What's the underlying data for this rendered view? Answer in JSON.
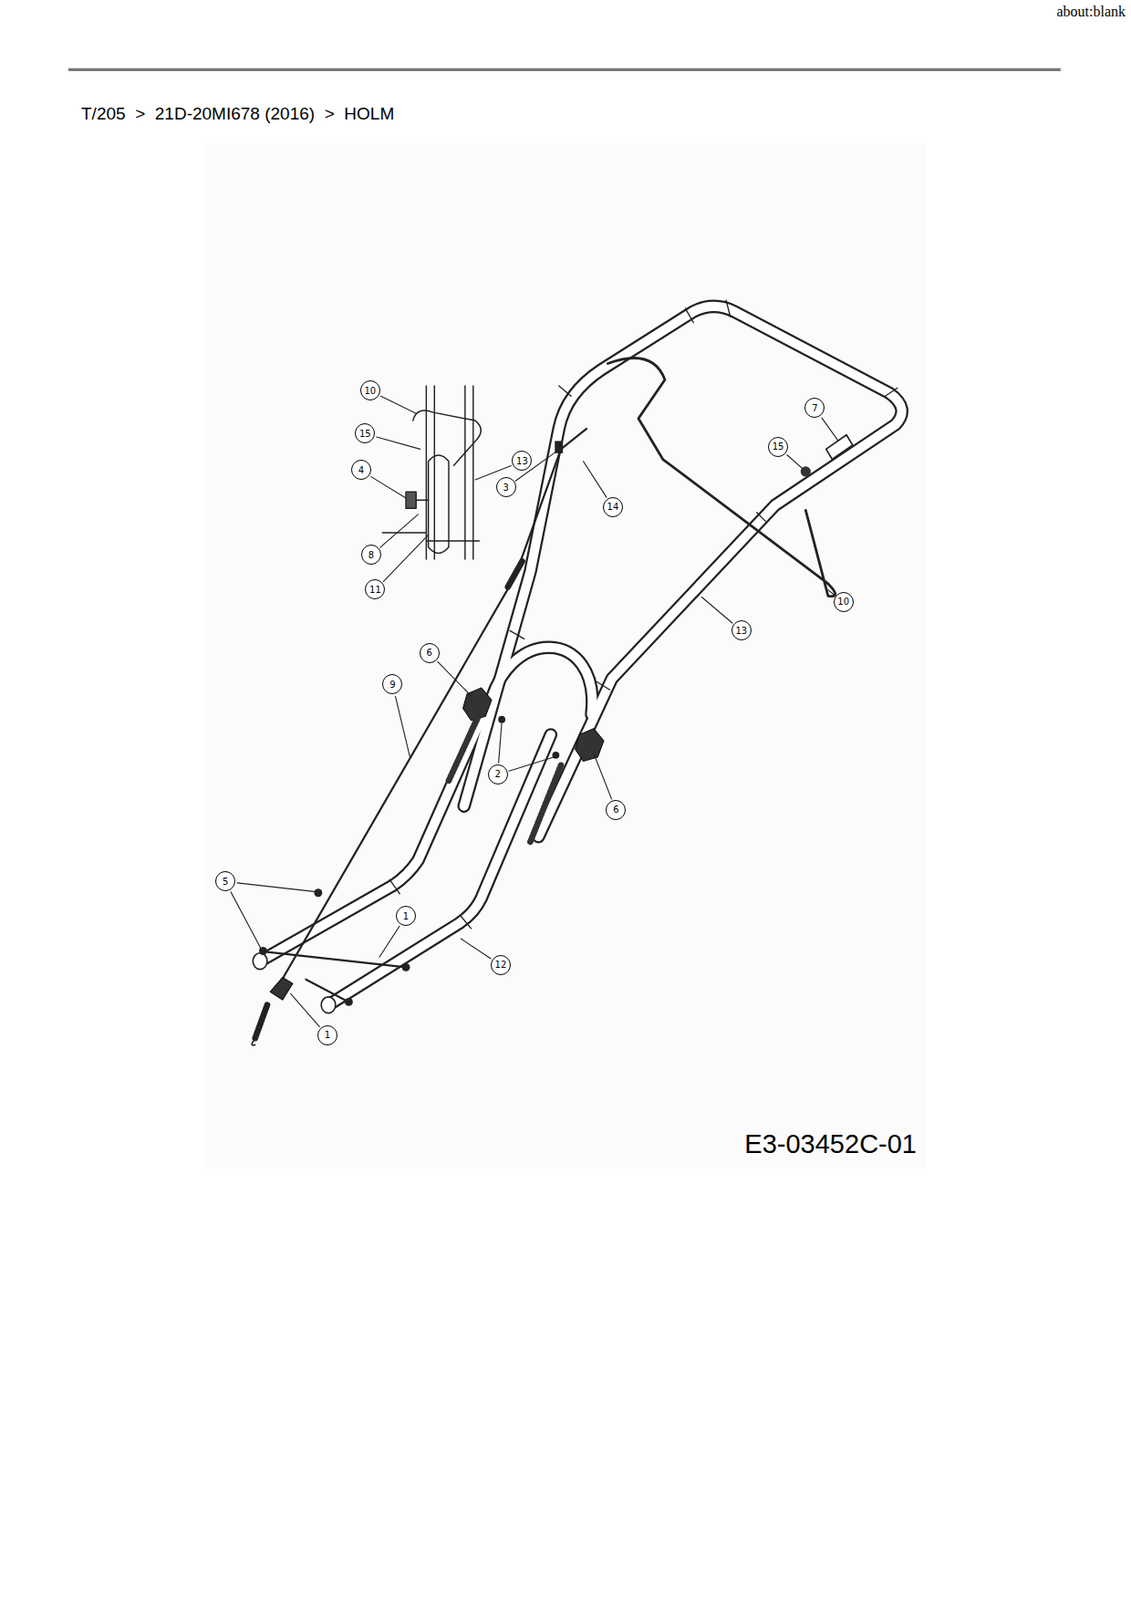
{
  "diagram": {
    "title": "T/205  >  21D-20MI678 (2016)  >  HOLM",
    "labels": [
      "about:blank",
      "10",
      "15",
      "4",
      "8",
      "11",
      "13",
      "3",
      "14",
      "7",
      "15",
      "10",
      "13",
      "6",
      "9",
      "2",
      "6",
      "5",
      "1",
      "12",
      "1",
      "E3-03452C-01"
    ]
  }
}
